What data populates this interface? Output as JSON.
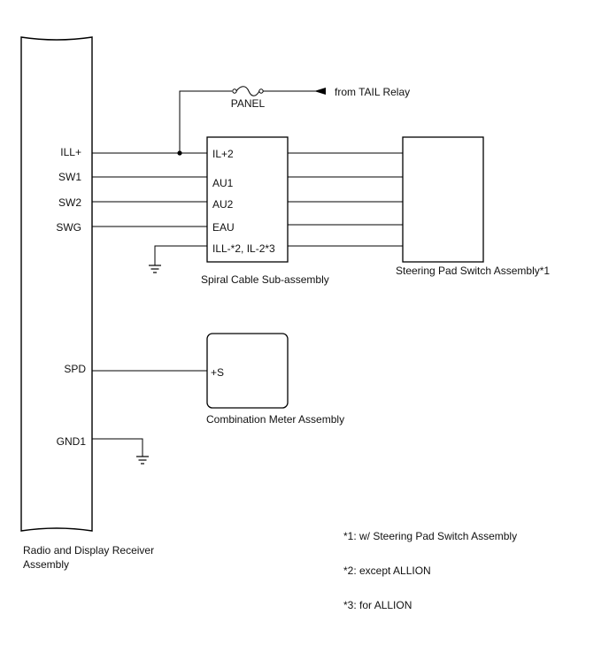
{
  "radio_unit": {
    "label_line1": "Radio and Display Receiver",
    "label_line2": "Assembly",
    "pins": [
      "ILL+",
      "SW1",
      "SW2",
      "SWG",
      "SPD",
      "GND1"
    ]
  },
  "fuse": {
    "label": "PANEL",
    "source": "from TAIL Relay"
  },
  "spiral_cable": {
    "label": "Spiral Cable Sub-assembly",
    "pins": [
      "IL+2",
      "AU1",
      "AU2",
      "EAU",
      "ILL-*2, IL-2*3"
    ]
  },
  "steering_switch": {
    "label": "Steering Pad Switch Assembly*1"
  },
  "meter": {
    "label": "Combination Meter Assembly",
    "pin": "+S"
  },
  "notes": [
    "*1: w/ Steering Pad Switch Assembly",
    "*2: except ALLION",
    "*3: for ALLION"
  ]
}
